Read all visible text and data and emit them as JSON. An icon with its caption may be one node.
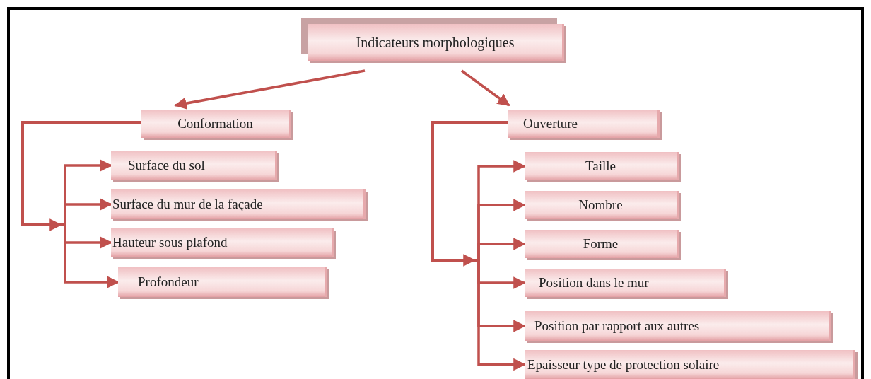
{
  "diagram": {
    "nodes": [
      {
        "text": [
          "Indicateurs morphologiques"
        ]
      },
      {
        "text": [
          "Conformation"
        ]
      },
      {
        "text": [
          "Ouverture"
        ]
      },
      {
        "text": [
          "Surface du sol"
        ]
      },
      {
        "text": [
          "Surface du mur de la façade"
        ]
      },
      {
        "text": [
          "Hauteur sous plafond"
        ]
      },
      {
        "text": [
          "Profondeur"
        ]
      },
      {
        "text": [
          "Taille"
        ]
      },
      {
        "text": [
          "Nombre"
        ]
      },
      {
        "text": [
          "Forme"
        ]
      },
      {
        "text": [
          "Position dans le mur"
        ]
      },
      {
        "text": [
          "Position par rapport aux autres"
        ]
      },
      {
        "text": [
          "Epaisseur type de protection solaire"
        ]
      }
    ],
    "edges": [
      {
        "from": 0,
        "to": 1,
        "arrow": "to"
      },
      {
        "from": 0,
        "to": 2,
        "arrow": "to"
      },
      {
        "from": 1,
        "to": 3,
        "arrow": "to"
      },
      {
        "from": 1,
        "to": 4,
        "arrow": "to"
      },
      {
        "from": 1,
        "to": 5,
        "arrow": "to"
      },
      {
        "from": 1,
        "to": 6,
        "arrow": "to"
      },
      {
        "from": 2,
        "to": 7,
        "arrow": "to"
      },
      {
        "from": 2,
        "to": 8,
        "arrow": "to"
      },
      {
        "from": 2,
        "to": 9,
        "arrow": "to"
      },
      {
        "from": 2,
        "to": 10,
        "arrow": "to"
      },
      {
        "from": 2,
        "to": 11,
        "arrow": "to"
      },
      {
        "from": 2,
        "to": 12,
        "arrow": "to"
      }
    ]
  }
}
